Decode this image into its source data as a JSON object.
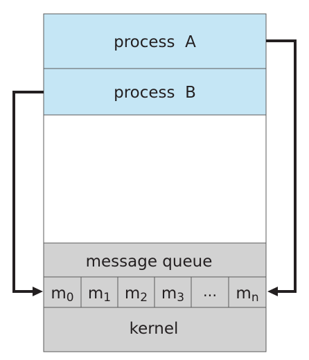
{
  "processes": [
    {
      "label": "process  A"
    },
    {
      "label": "process  B"
    }
  ],
  "queue": {
    "title": "message queue",
    "slots": [
      {
        "base": "m",
        "sub": "0"
      },
      {
        "base": "m",
        "sub": "1"
      },
      {
        "base": "m",
        "sub": "2"
      },
      {
        "base": "m",
        "sub": "3"
      },
      {
        "base": "...",
        "sub": ""
      },
      {
        "base": "m",
        "sub": "n"
      }
    ]
  },
  "kernel": {
    "label": "kernel"
  },
  "colors": {
    "process_fill": "#c5e6f5",
    "kernel_fill": "#d2d2d2",
    "border": "#5a5a5a",
    "arrow": "#231f20"
  }
}
